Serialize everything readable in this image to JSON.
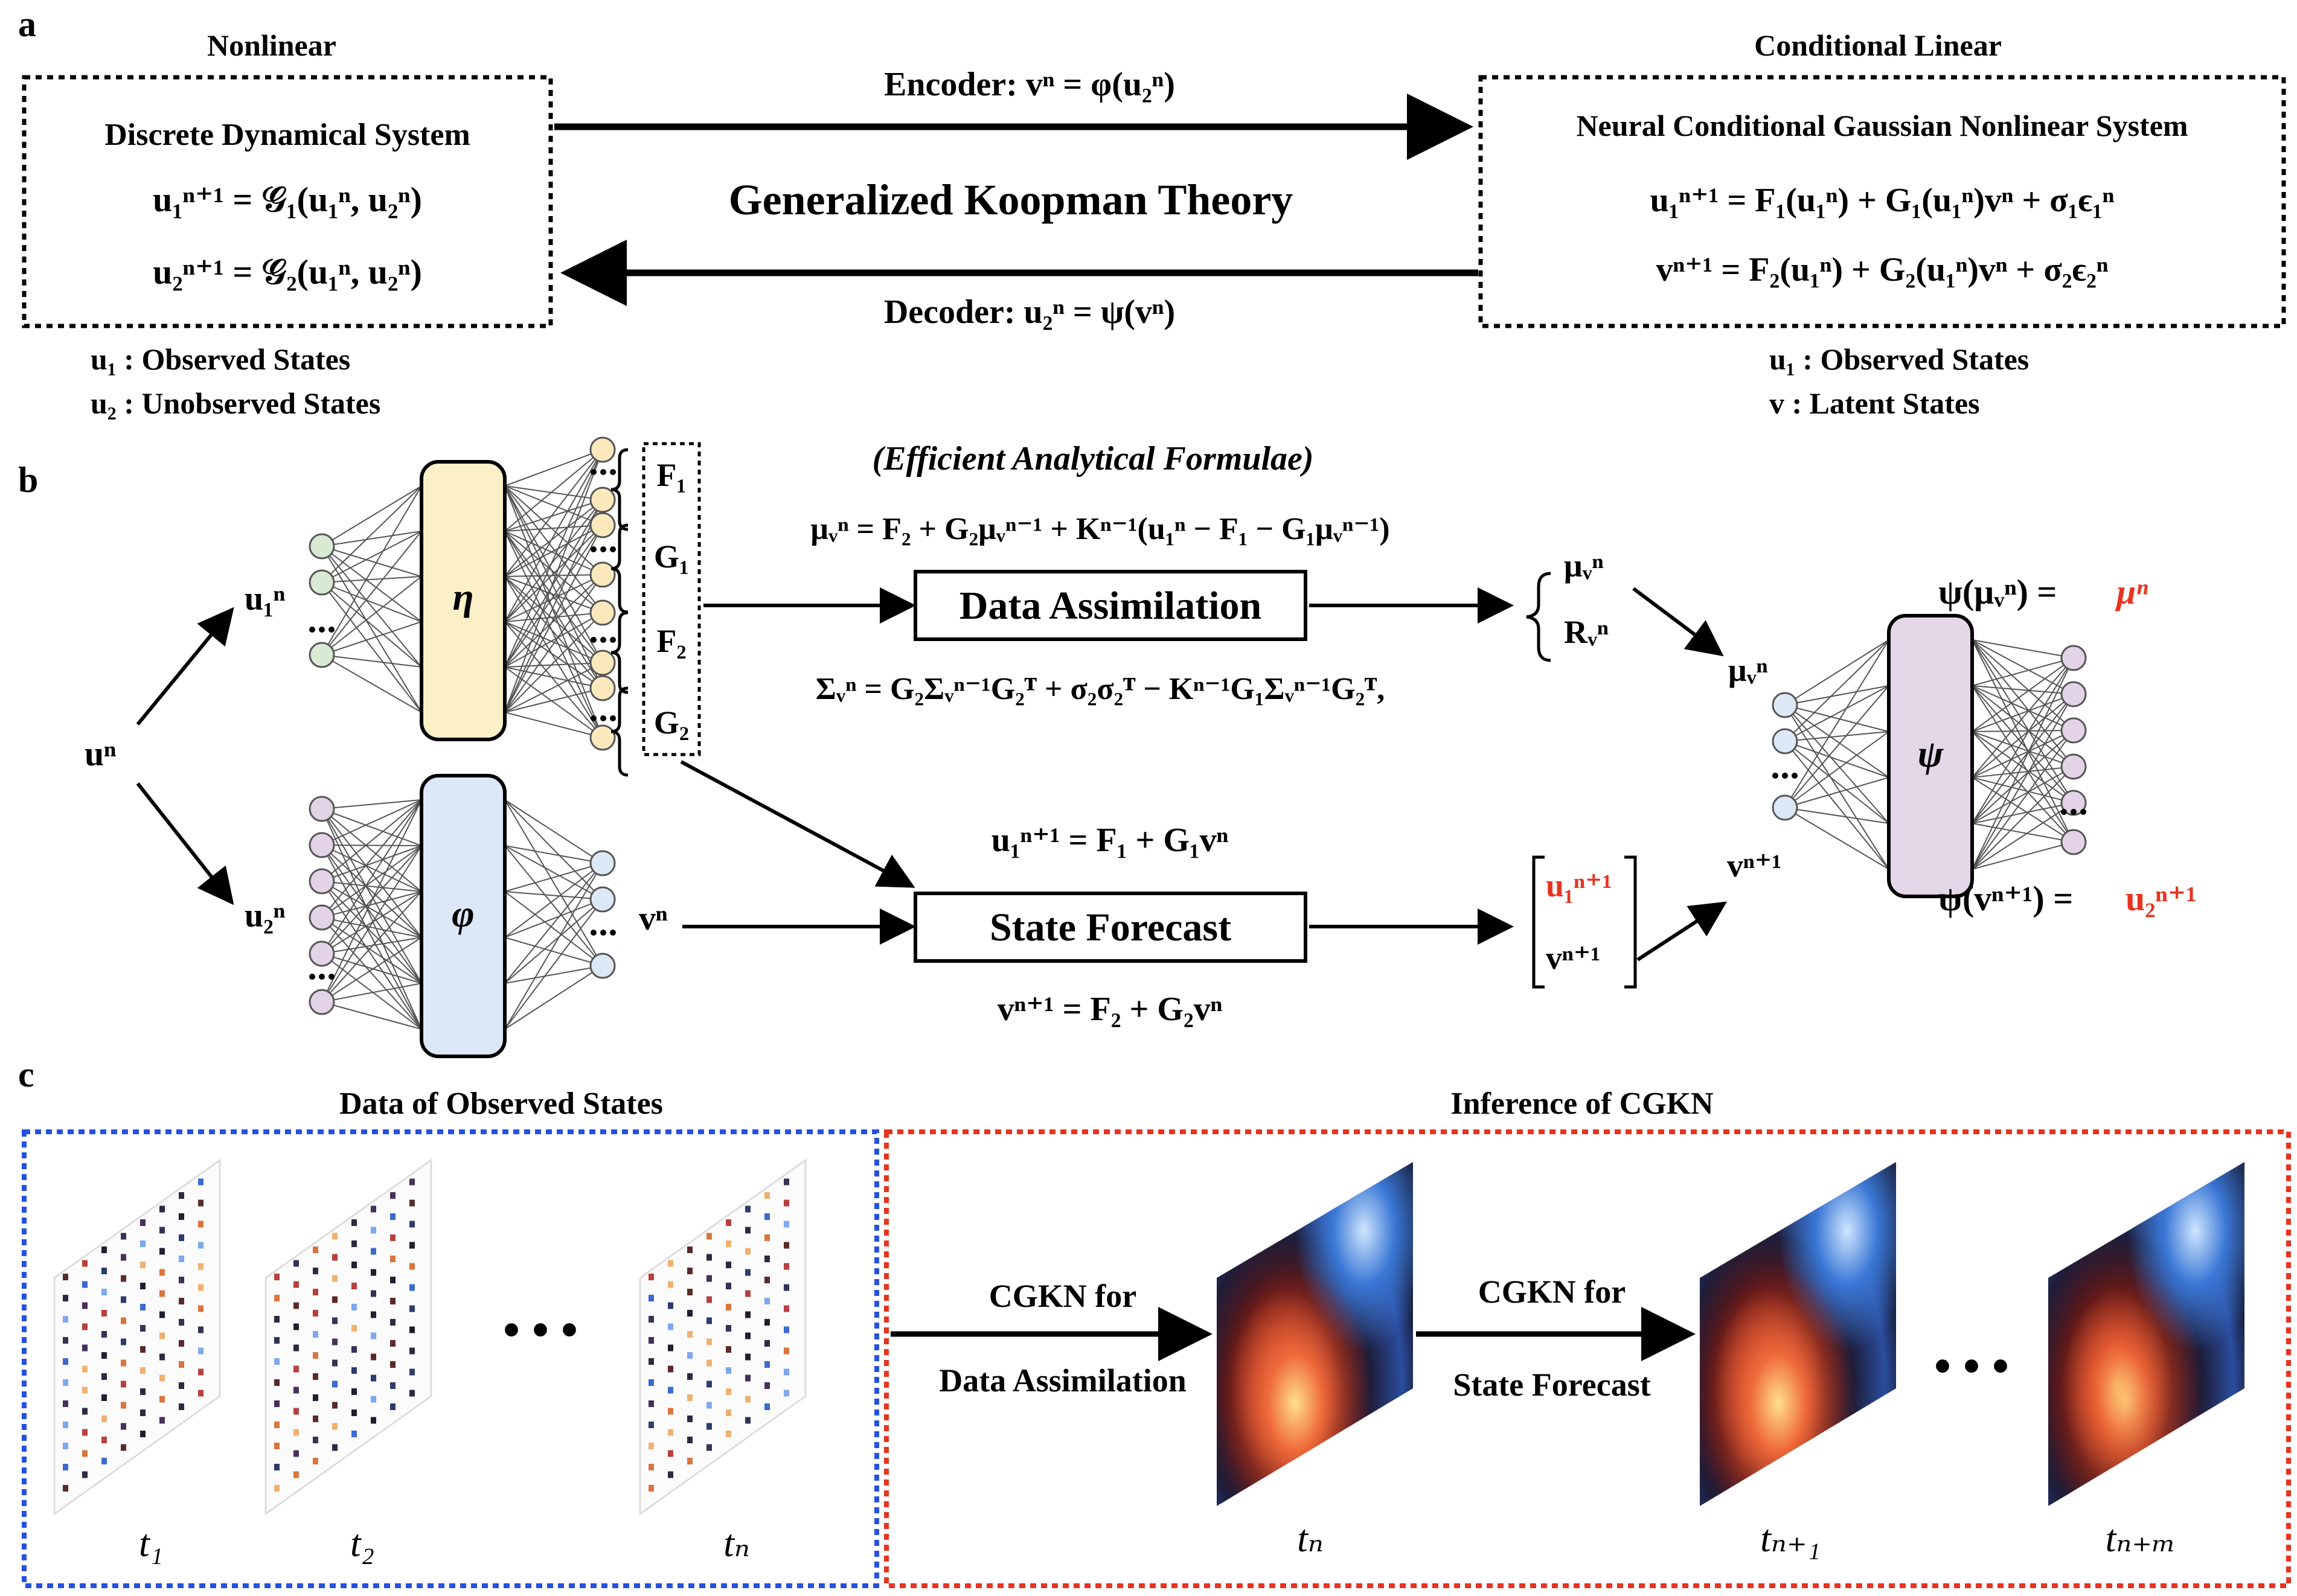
{
  "panel_a": {
    "label": "a",
    "left_heading": "Nonlinear",
    "right_heading": "Conditional Linear",
    "left_box_title": "Discrete Dynamical System",
    "left_eq1": "u₁ⁿ⁺¹ = 𝒢₁(u₁ⁿ, u₂ⁿ)",
    "left_eq2": "u₂ⁿ⁺¹ = 𝒢₂(u₁ⁿ, u₂ⁿ)",
    "right_box_title": "Neural Conditional Gaussian Nonlinear System",
    "right_eq1": "u₁ⁿ⁺¹ = F₁(u₁ⁿ) + G₁(u₁ⁿ)vⁿ + σ₁ϵ₁ⁿ",
    "right_eq2": "vⁿ⁺¹ = F₂(u₁ⁿ) + G₂(u₁ⁿ)vⁿ + σ₂ϵ₂ⁿ",
    "encoder": "Encoder:  vⁿ = φ(u₂ⁿ)",
    "decoder": "Decoder:  u₂ⁿ = ψ(vⁿ)",
    "center_title": "Generalized Koopman Theory",
    "left_note1": "u₁ : Observed States",
    "left_note2": "u₂ : Unobserved States",
    "right_note1": "u₁ : Observed States",
    "right_note2": "v  : Latent States"
  },
  "panel_b": {
    "label": "b",
    "input": "uⁿ",
    "u1": "u₁ⁿ",
    "u2": "u₂ⁿ",
    "eta": "η",
    "phi": "φ",
    "psi": "ψ",
    "outputs": [
      "F₁",
      "G₁",
      "F₂",
      "G₂"
    ],
    "vn": "vⁿ",
    "efficient": "(Efficient Analytical Formulae)",
    "mu_eq": "μᵥⁿ = F₂ + G₂μᵥⁿ⁻¹ + Kⁿ⁻¹(u₁ⁿ − F₁ − G₁μᵥⁿ⁻¹)",
    "sigma_eq": "Σᵥⁿ = G₂Σᵥⁿ⁻¹G₂ᵀ + σ₂σ₂ᵀ − Kⁿ⁻¹G₁Σᵥⁿ⁻¹G₂ᵀ,",
    "da_box": "Data Assimilation",
    "sf_box": "State Forecast",
    "sf_top": "u₁ⁿ⁺¹ = F₁ + G₁vⁿ",
    "sf_bottom": "vⁿ⁺¹ = F₂ + G₂vⁿ",
    "mu_out": "μᵥⁿ",
    "r_out": "Rᵥⁿ",
    "u1_next": "u₁ⁿ⁺¹",
    "v_next": "vⁿ⁺¹",
    "mu_in": "μᵥⁿ",
    "v_in": "vⁿ⁺¹",
    "psi_top_lhs": "ψ(μᵥⁿ) =",
    "psi_top_rhs": "μⁿ",
    "psi_bot_lhs": "ψ(vⁿ⁺¹) =",
    "psi_bot_rhs": "u₂ⁿ⁺¹"
  },
  "panel_c": {
    "label": "c",
    "left_heading": "Data of Observed States",
    "right_heading": "Inference of CGKN",
    "arrow1_top": "CGKN for",
    "arrow1_bottom": "Data Assimilation",
    "arrow2_top": "CGKN for",
    "arrow2_bottom": "State Forecast",
    "time_labels": [
      "t₁",
      "t₂",
      "tₙ",
      "tₙ",
      "tₙ₊₁",
      "tₙ₊ₘ"
    ],
    "ellipsis": "• • •"
  },
  "colors": {
    "green_node": "#d8ead3",
    "purple_node": "#e2d3e6",
    "yellow_node": "#fbe9bd",
    "blue_node": "#dde8f6",
    "eta_fill": "#fcf0c8",
    "phi_fill": "#dce7f7",
    "psi_fill": "#e4d7e8",
    "red_text": "#e8331f",
    "blue_dotted": "#2451e0",
    "red_dotted": "#e8331f"
  }
}
